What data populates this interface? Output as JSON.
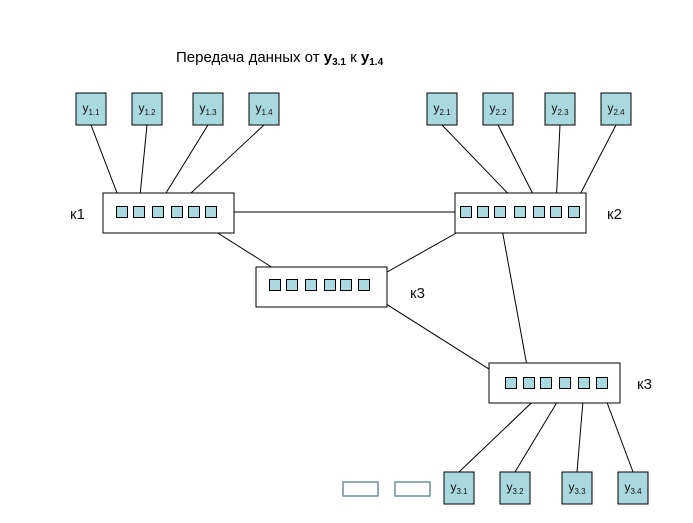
{
  "title": {
    "prefix": "Передача данных от ",
    "from_main": "у",
    "from_sub": "3.1",
    "middle": " к ",
    "to_main": "у",
    "to_sub": "1.4"
  },
  "switches": [
    {
      "id": "k1",
      "label": "к1"
    },
    {
      "id": "k2",
      "label": "к2"
    },
    {
      "id": "k3a",
      "label": "к3"
    },
    {
      "id": "k3b",
      "label": "к3"
    }
  ],
  "devices": {
    "k1": [
      {
        "main": "у",
        "sub": "1.1"
      },
      {
        "main": "у",
        "sub": "1.2"
      },
      {
        "main": "у",
        "sub": "1.3"
      },
      {
        "main": "у",
        "sub": "1.4"
      }
    ],
    "k2": [
      {
        "main": "у",
        "sub": "2.1"
      },
      {
        "main": "у",
        "sub": "2.2"
      },
      {
        "main": "у",
        "sub": "2.3"
      },
      {
        "main": "у",
        "sub": "2.4"
      }
    ],
    "k3b": [
      {
        "main": "у",
        "sub": "3.1"
      },
      {
        "main": "у",
        "sub": "3.2"
      },
      {
        "main": "у",
        "sub": "3.3"
      },
      {
        "main": "у",
        "sub": "3.4"
      }
    ]
  },
  "colors": {
    "device_fill": "#a9d8df",
    "port_fill": "#a9d8df",
    "stroke": "#000000",
    "packet_fill": "#ffffff",
    "packet_stroke": "#6f8fa0"
  }
}
